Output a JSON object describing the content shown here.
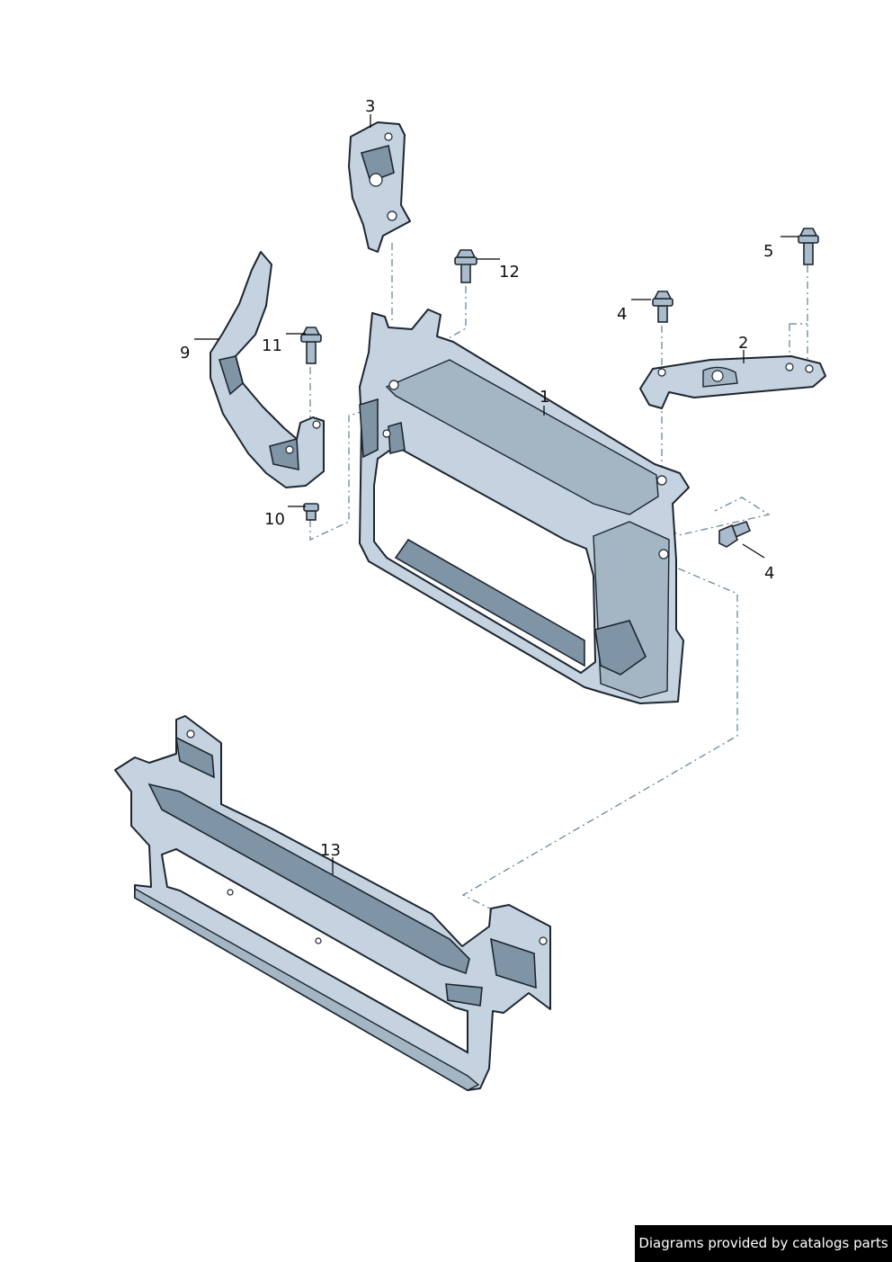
{
  "callouts": {
    "p1": "1",
    "p2": "2",
    "p3": "3",
    "p4a": "4",
    "p4b": "4",
    "p5": "5",
    "p9": "9",
    "p10": "10",
    "p11": "11",
    "p12": "12",
    "p13": "13"
  },
  "footer": {
    "credit": "Diagrams provided by catalogs parts"
  },
  "colors": {
    "part_fill": "#c4d3df",
    "outline": "#1d2630",
    "dashed_line": "#5c7f96",
    "footer_bg": "#000000",
    "footer_text": "#ffffff"
  }
}
